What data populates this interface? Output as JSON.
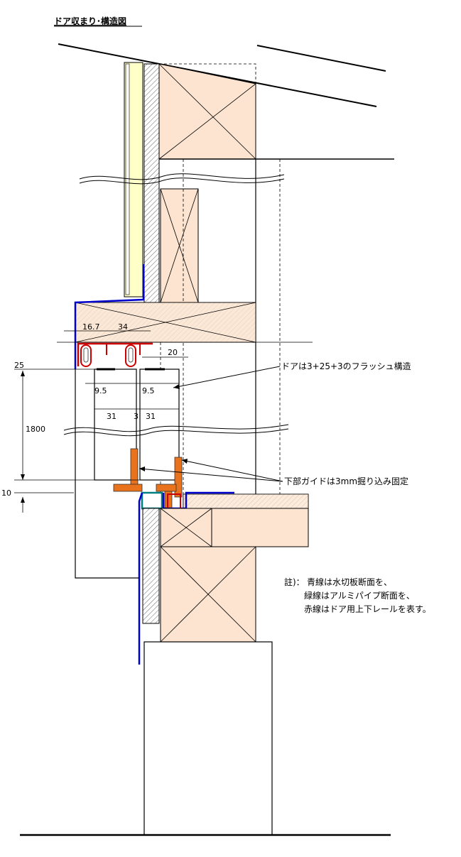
{
  "title": "ドア収まり･構造図",
  "dimensions": {
    "d_16_7": "16.7",
    "d_34": "34",
    "d_20": "20",
    "d_25": "25",
    "d_9_5_left": "9.5",
    "d_9_5_right": "9.5",
    "d_31_left": "31",
    "d_31_right": "31",
    "d_3": "3",
    "d_1800": "1800",
    "d_10": "10"
  },
  "annotations": {
    "door_structure": "ドアは3+25+3のフラッシュ構造",
    "lower_guide": "下部ガイドは3mm掘り込み固定"
  },
  "notes": {
    "prefix": "註)：",
    "line1_colored": "青線",
    "line1_rest": "は水切板断面を、",
    "line2_colored": "緑線",
    "line2_rest": "はアルミパイプ断面を、",
    "line3_colored": "赤線",
    "line3_rest": "はドア用上下レールを表す。"
  },
  "colors": {
    "wood": "#fce4d0",
    "board": "#ffffc8",
    "water_drip": "#0000cc",
    "alu_pipe": "#008080",
    "rail": "#cc0000",
    "guide": "#e8731c",
    "note_blue": "#1f3fb0",
    "note_green": "#2e8b2e",
    "note_red": "#cc0000"
  }
}
